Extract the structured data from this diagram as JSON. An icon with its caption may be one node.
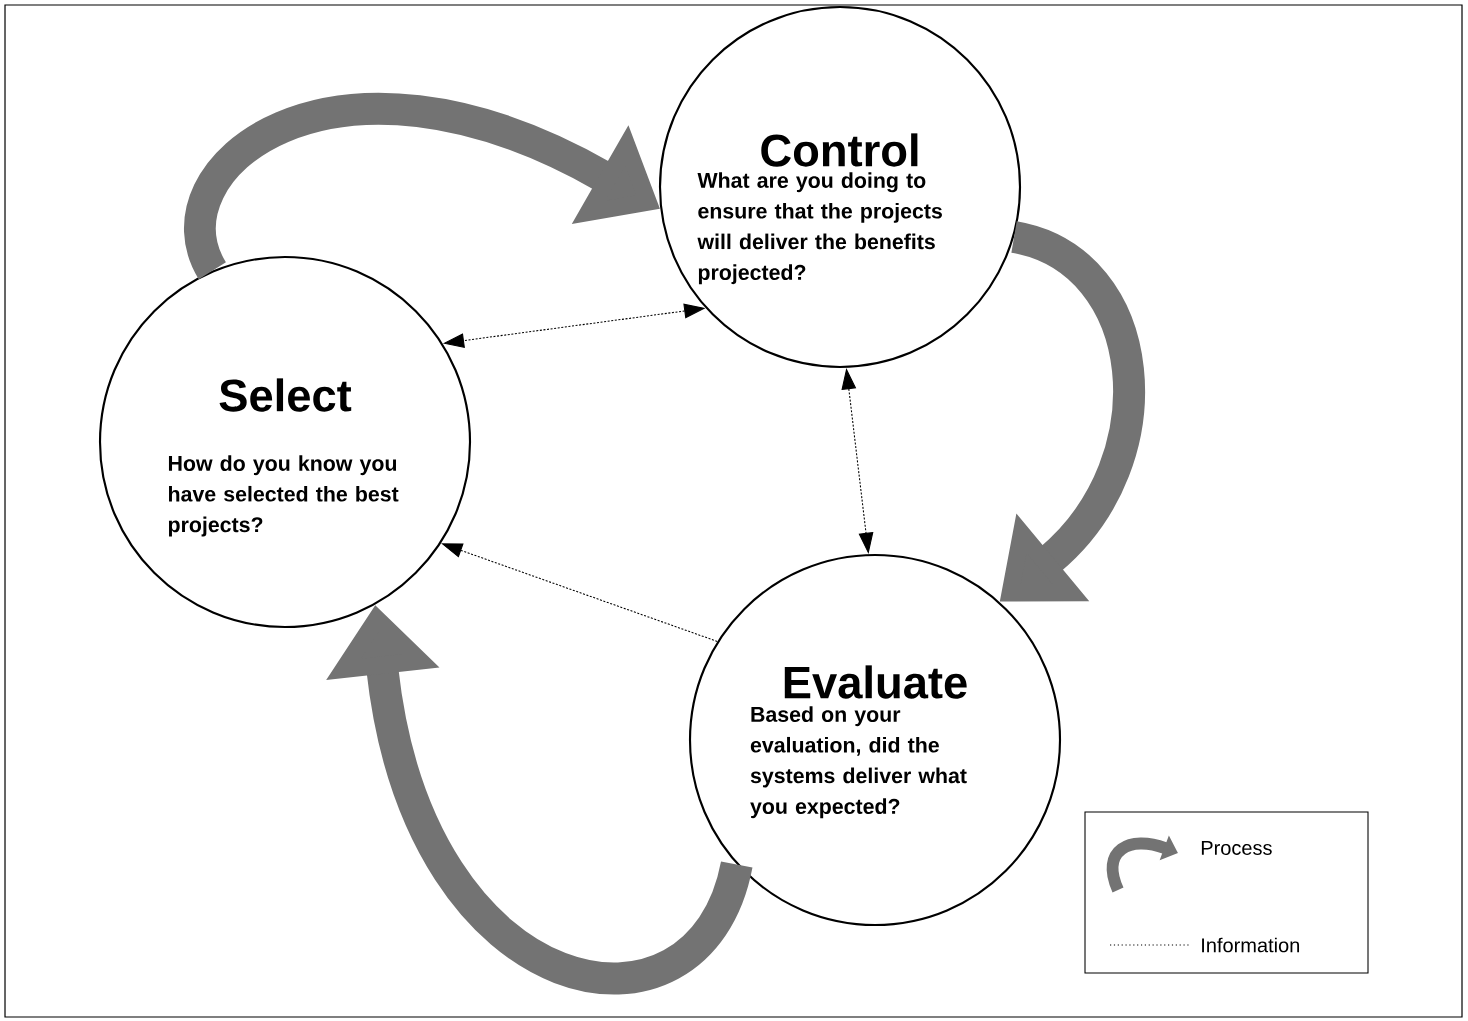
{
  "diagram": {
    "nodes": [
      {
        "text": [
          "Control",
          "What are you doing to ensure that the projects will deliver the benefits projected?"
        ]
      },
      {
        "text": [
          "Select",
          "How do you know you have selected the best projects?"
        ]
      },
      {
        "text": [
          "Evaluate",
          "Based on your evaluation, did the systems deliver what you expected?"
        ]
      }
    ],
    "edges": [
      {
        "from": 1,
        "to": 0,
        "arrow": "to",
        "style": "thick",
        "color": "#737373"
      },
      {
        "from": 0,
        "to": 2,
        "arrow": "to",
        "style": "thick",
        "color": "#737373"
      },
      {
        "from": 2,
        "to": 1,
        "arrow": "to",
        "style": "thick",
        "color": "#737373"
      },
      {
        "from": 0,
        "to": 1,
        "arrow": "both",
        "style": "dashed",
        "color": "#000000"
      },
      {
        "from": 0,
        "to": 2,
        "arrow": "both",
        "style": "dashed",
        "color": "#000000"
      },
      {
        "from": 2,
        "to": 1,
        "arrow": "to",
        "style": "dashed",
        "color": "#000000"
      }
    ],
    "legend": [
      {
        "text": "Process"
      },
      {
        "text": "Information"
      }
    ]
  }
}
